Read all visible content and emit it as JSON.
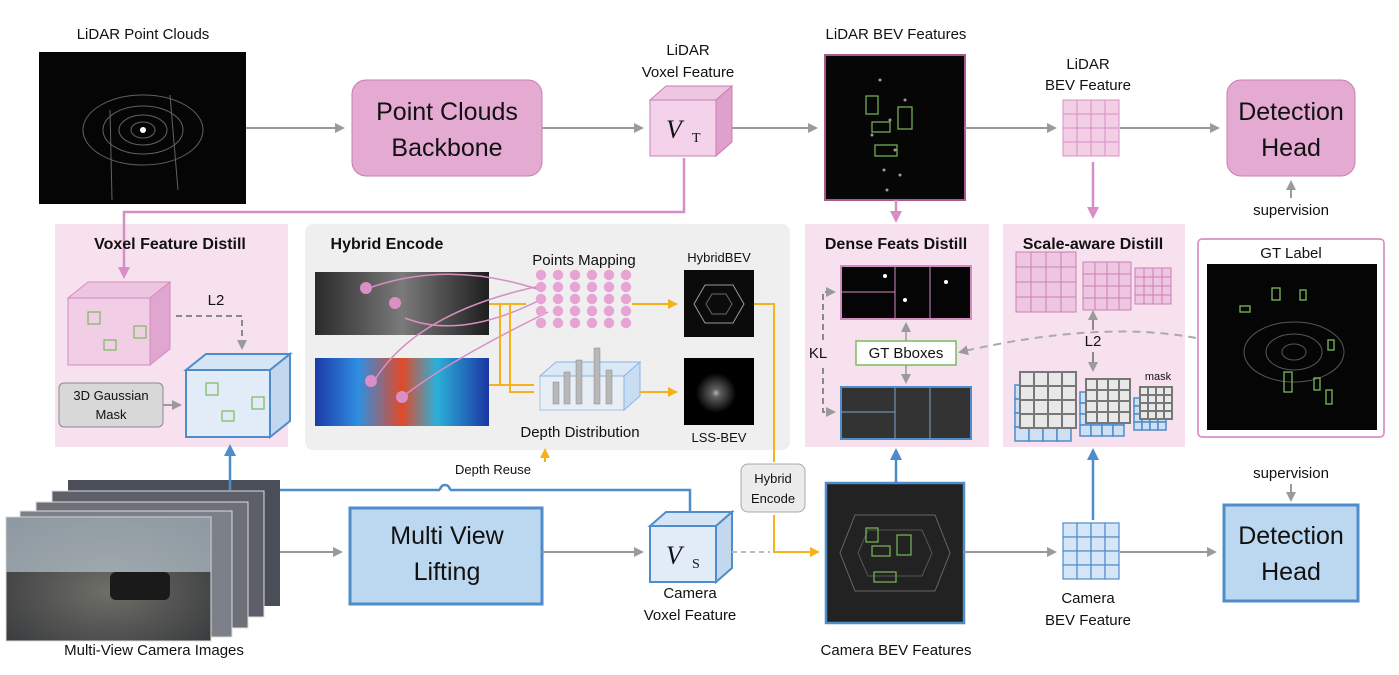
{
  "labels": {
    "lidar_point_clouds": "LiDAR Point Clouds",
    "lidar_voxel_feature_1": "LiDAR",
    "lidar_voxel_feature_2": "Voxel Feature",
    "lidar_bev_features": "LiDAR BEV Features",
    "lidar_bev_feature_1": "LiDAR",
    "lidar_bev_feature_2": "BEV Feature",
    "point_clouds_backbone_1": "Point Clouds",
    "point_clouds_backbone_2": "Backbone",
    "detection_head_top_1": "Detection",
    "detection_head_top_2": "Head",
    "supervision_top": "supervision",
    "supervision_bottom": "supervision",
    "detection_head_bottom_1": "Detection",
    "detection_head_bottom_2": "Head",
    "voxel_feature_distill": "Voxel Feature Distill",
    "l2_left": "L2",
    "gaussian_mask_1": "3D Gaussian",
    "gaussian_mask_2": "Mask",
    "hybrid_encode_title": "Hybrid Encode",
    "points_mapping": "Points Mapping",
    "hybrid_bev": "HybridBEV",
    "depth_distribution": "Depth Distribution",
    "lss_bev": "LSS-BEV",
    "depth_reuse": "Depth Reuse",
    "dense_feats_distill": "Dense Feats Distill",
    "kl": "KL",
    "gt_bboxes": "GT Bboxes",
    "scale_aware_distill": "Scale-aware Distill",
    "l2_right": "L2",
    "mask": "mask",
    "gt_label": "GT Label",
    "hybrid_encode_box_1": "Hybrid",
    "hybrid_encode_box_2": "Encode",
    "multi_view_lifting_1": "Multi View",
    "multi_view_lifting_2": "Lifting",
    "camera_voxel_feature_1": "Camera",
    "camera_voxel_feature_2": "Voxel Feature",
    "camera_bev_features": "Camera BEV Features",
    "camera_bev_feature_1": "Camera",
    "camera_bev_feature_2": "BEV Feature",
    "multi_view_camera_images": "Multi-View Camera Images",
    "v_symbol": "V",
    "sub_t": "T",
    "sub_s": "S"
  },
  "colors": {
    "lidar_fill": "#e4aad2",
    "lidar_stroke": "#c97fb2",
    "camera_fill": "#bcd7f0",
    "camera_stroke": "#4f8cca",
    "panel_pink": "#f8e1ef",
    "panel_gray": "#efefef",
    "arrow_gray": "#9a9a9a",
    "arrow_orange": "#f5b21d",
    "box_green": "#79bb5b"
  }
}
